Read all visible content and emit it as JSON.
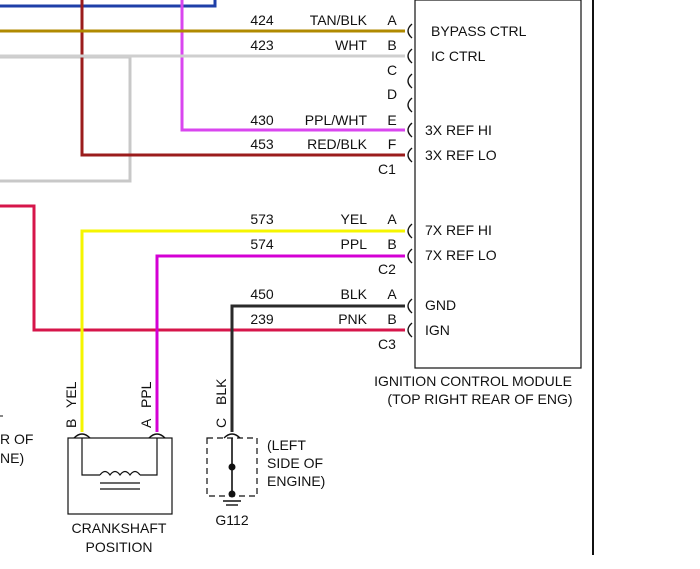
{
  "colors": {
    "tan": "#b08a00",
    "white_wire": "#cfcfcf",
    "ppl_white": "#d946ef",
    "red_blk": "#9b1c1c",
    "yellow": "#f5f500",
    "purple": "#d400d4",
    "black": "#2a2a2a",
    "pink": "#d6154a",
    "blue": "#1f3fa8",
    "gray": "#c8c8c8"
  },
  "module": {
    "name_line1": "IGNITION CONTROL MODULE",
    "name_line2": "(TOP RIGHT REAR OF ENG)"
  },
  "connectors": [
    {
      "id": "C1",
      "label": "C1",
      "pins": [
        {
          "circuit": "424",
          "color": "TAN/BLK",
          "pin": "A",
          "function": "BYPASS CTRL"
        },
        {
          "circuit": "423",
          "color": "WHT",
          "pin": "B",
          "function": "IC CTRL"
        },
        {
          "circuit": "",
          "color": "",
          "pin": "C",
          "function": ""
        },
        {
          "circuit": "",
          "color": "",
          "pin": "D",
          "function": ""
        },
        {
          "circuit": "430",
          "color": "PPL/WHT",
          "pin": "E",
          "function": "3X REF HI"
        },
        {
          "circuit": "453",
          "color": "RED/BLK",
          "pin": "F",
          "function": "3X REF LO"
        }
      ]
    },
    {
      "id": "C2",
      "label": "C2",
      "pins": [
        {
          "circuit": "573",
          "color": "YEL",
          "pin": "A",
          "function": "7X REF HI"
        },
        {
          "circuit": "574",
          "color": "PPL",
          "pin": "B",
          "function": "7X REF LO"
        }
      ]
    },
    {
      "id": "C3",
      "label": "C3",
      "pins": [
        {
          "circuit": "450",
          "color": "BLK",
          "pin": "A",
          "function": "GND"
        },
        {
          "circuit": "239",
          "color": "PNK",
          "pin": "B",
          "function": "IGN"
        }
      ]
    }
  ],
  "sensor": {
    "name_line1": "CRANKSHAFT",
    "name_line2": "POSITION",
    "pins": [
      {
        "pin": "B",
        "color": "YEL"
      },
      {
        "pin": "A",
        "color": "PPL"
      }
    ]
  },
  "ground": {
    "pin": "C",
    "color": "BLK",
    "label": "G112",
    "location_line1": "(LEFT",
    "location_line2": "SIDE OF",
    "location_line3": "ENGINE)"
  },
  "cut_text": {
    "line1": "R OF",
    "line2": "NE)"
  }
}
